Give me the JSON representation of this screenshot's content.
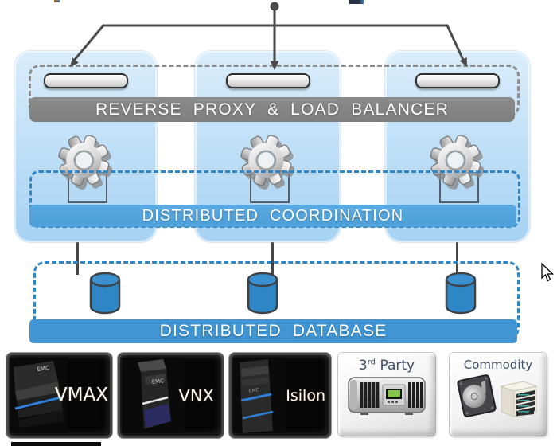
{
  "layers": {
    "proxy_label": "REVERSE PROXY & LOAD BALANCER",
    "coordination_label": "DISTRIBUTED COORDINATION",
    "database_label": "DISTRIBUTED DATABASE"
  },
  "nodes": {
    "count": 3,
    "each_contains": [
      "server-pill",
      "gear-icon",
      "process-square"
    ]
  },
  "tiles": [
    {
      "label": "VMAX",
      "logo": "EMC"
    },
    {
      "label": "VNX",
      "logo": "EMC"
    },
    {
      "label": "Isilon",
      "logo": "EMC"
    },
    {
      "label_base": "3",
      "label_sup": "rd",
      "label_rest": "Party"
    },
    {
      "label": "Commodity"
    }
  ],
  "icons": {
    "gear": "gear-icon",
    "database": "database-cylinder-icon",
    "server_pill": "server-pill",
    "arrows": "fan-out-arrows",
    "cursor": "mouse-cursor-icon",
    "hdd": "hard-drive-icon",
    "tower": "server-tower-icon",
    "array": "storage-array-icon"
  },
  "colors": {
    "column_top": "#DAEDFB",
    "column_bottom": "#A6D2F3",
    "banner_gray": "#7F7F7F",
    "banner_blue": "#4095D2",
    "coord_blue": "#4C9FD8",
    "dashed_gray": "#8D8D8D",
    "dashed_blue": "#2E86C8",
    "connector": "#474747",
    "cylinder": "#2F86C5",
    "cylinder_top": "#3B91CF",
    "caption": "#3F4E63",
    "accent_stripe": "#2F7FD6"
  }
}
